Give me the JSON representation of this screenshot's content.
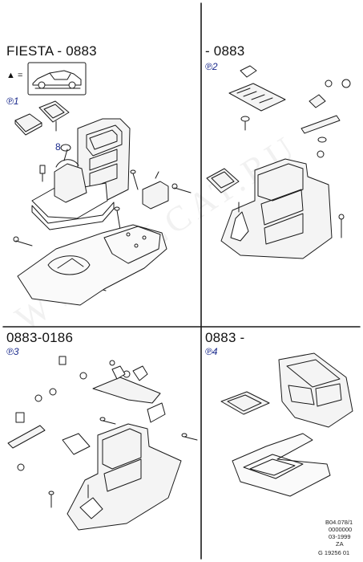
{
  "panels": [
    {
      "title": "FIESTA - 0883",
      "sub": "℗1",
      "callout": "8"
    },
    {
      "title": "- 0883",
      "sub": "℗2"
    },
    {
      "title": "0883-0186",
      "sub": "℗3"
    },
    {
      "title": "0883 -",
      "sub": "℗4"
    }
  ],
  "legend": {
    "marker": "▲ ="
  },
  "footer": {
    "lines": [
      "B04.078/1",
      "0000000",
      "03-1999",
      "ZA",
      "G 19256 01"
    ]
  },
  "watermark": "WWW.ELCAT.RU",
  "colors": {
    "line": "#1a1a1a",
    "accent_blue": "#1a2a8c"
  }
}
